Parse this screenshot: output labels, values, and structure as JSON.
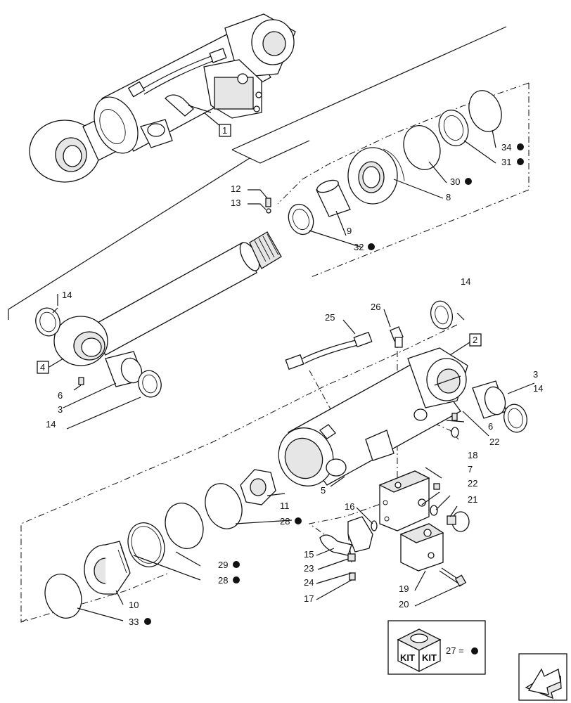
{
  "callouts": {
    "c1": "1",
    "c2": "2",
    "c3a": "3",
    "c3b": "3",
    "c4": "4",
    "c5": "5",
    "c6a": "6",
    "c6b": "6",
    "c7": "7",
    "c8": "8",
    "c9": "9",
    "c10": "10",
    "c11": "11",
    "c12": "12",
    "c13": "13",
    "c14a": "14",
    "c14b": "14",
    "c14c": "14",
    "c14d": "14",
    "c15": "15",
    "c16": "16",
    "c17": "17",
    "c18": "18",
    "c19": "19",
    "c20": "20",
    "c21": "21",
    "c22a": "22",
    "c22b": "22",
    "c23": "23",
    "c24": "24",
    "c25": "25",
    "c26": "26",
    "c28a": "28",
    "c28b": "28",
    "c29": "29",
    "c30": "30",
    "c31": "31",
    "c32": "32",
    "c33": "33",
    "c34": "34"
  },
  "kit_legend": {
    "kit_text_1": "KIT",
    "kit_text_2": "KIT",
    "equation": "27 ="
  },
  "colors": {
    "line": "#111111",
    "shade": "#e6e6e6",
    "background": "#ffffff"
  },
  "icons": {
    "kit_box": "kit-box-icon",
    "nav_arrow": "arrow-icon"
  }
}
